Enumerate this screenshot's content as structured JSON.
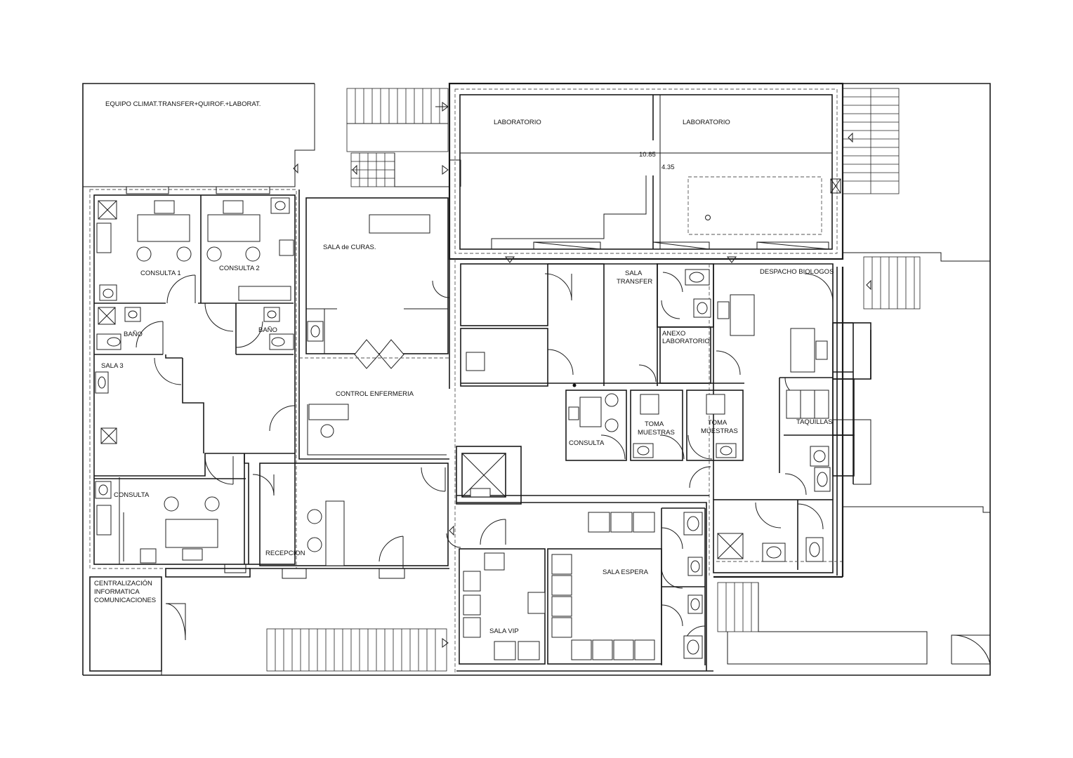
{
  "labels": {
    "equipo": "EQUIPO CLIMAT.TRANSFER+QUIROF.+LABORAT.",
    "laboratorio_1": "LABORATORIO",
    "laboratorio_2": "LABORATORIO",
    "dim_length": "10.85",
    "dim_width": "4.35",
    "consulta_1": "CONSULTA 1",
    "consulta_2": "CONSULTA 2",
    "sala_curas": "SALA de CURAS.",
    "sala_transfer_1": "SALA",
    "sala_transfer_2": "TRANSFER",
    "despacho_biologos": "DESPACHO BIOLOGOS",
    "bano_1": "BAÑO",
    "bano_2": "BAÑO",
    "anexo_1": "ANEXO",
    "anexo_2": "LABORATORIO",
    "sala_3": "SALA 3",
    "control_enfermeria": "CONTROL ENFERMERIA",
    "taquillas": "TAQUILLAS",
    "consulta_small": "CONSULTA",
    "toma_1a": "TOMA",
    "toma_1b": "MUESTRAS",
    "toma_2a": "TOMA",
    "toma_2b": "MUESTRAS",
    "consulta_bottom": "CONSULTA",
    "recepcion": "RECEPCION",
    "sala_espera": "SALA ESPERA",
    "sala_vip": "SALA VIP",
    "central_1": "CENTRALIZACIÓN",
    "central_2": "INFORMATICA",
    "central_3": "COMUNICACIONES"
  }
}
